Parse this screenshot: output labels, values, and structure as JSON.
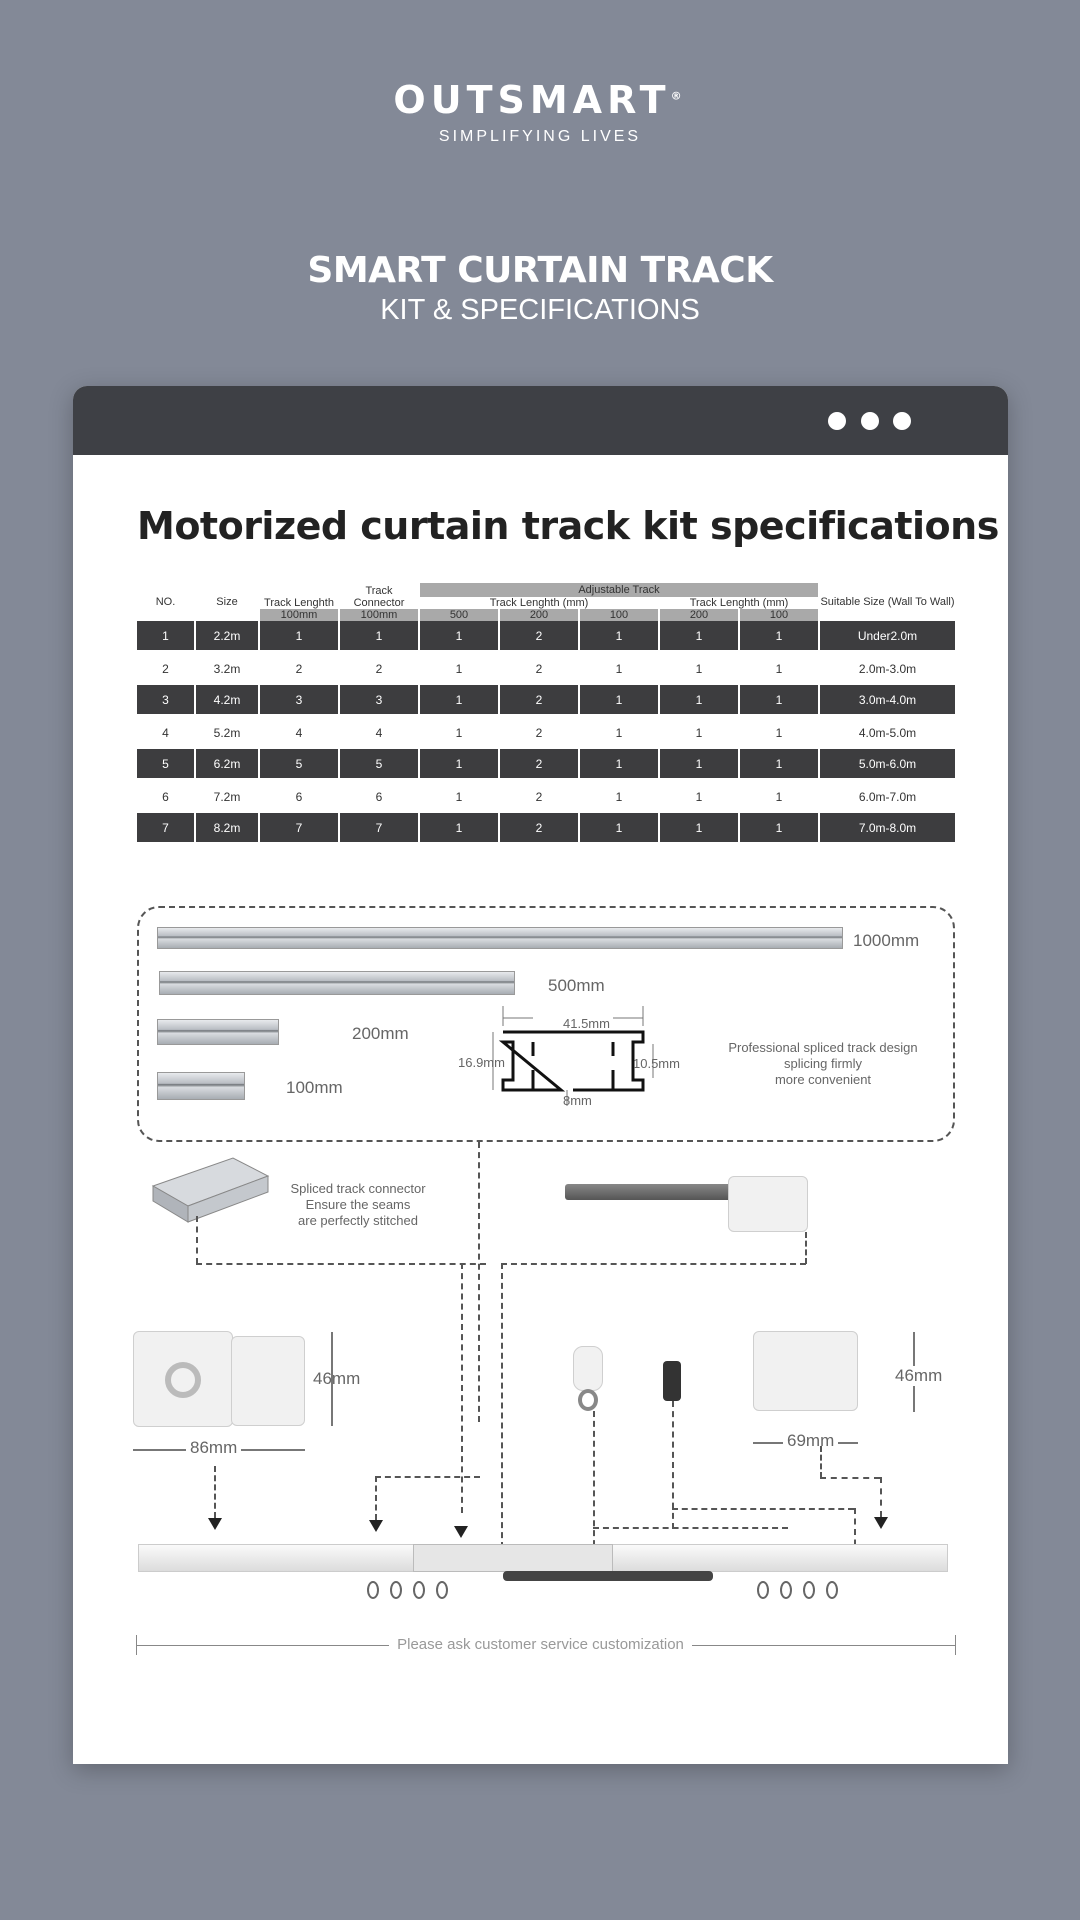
{
  "brand": {
    "logo": "OUTSMART",
    "registered": "®",
    "tagline": "SIMPLIFYING LIVES"
  },
  "hero": {
    "title": "SMART CURTAIN TRACK",
    "subtitle": "KIT & SPECIFICATIONS"
  },
  "card": {
    "heading": "Motorized curtain track kit specifications"
  },
  "table": {
    "headers": {
      "no": "NO.",
      "size": "Size",
      "track_length": "Track Lenghth",
      "track_connector": "Track Connector",
      "adjustable": "Adjustable Track",
      "adj_len1": "Track Lenghth (mm)",
      "adj_len2": "Track Lenghth (mm)",
      "suitable": "Suitable Size (Wall To Wall)"
    },
    "subheaders": [
      "100mm",
      "100mm",
      "500",
      "200",
      "100",
      "200",
      "100"
    ],
    "rows": [
      [
        "1",
        "2.2m",
        "1",
        "1",
        "1",
        "2",
        "1",
        "1",
        "1",
        "Under2.0m"
      ],
      [
        "2",
        "3.2m",
        "2",
        "2",
        "1",
        "2",
        "1",
        "1",
        "1",
        "2.0m-3.0m"
      ],
      [
        "3",
        "4.2m",
        "3",
        "3",
        "1",
        "2",
        "1",
        "1",
        "1",
        "3.0m-4.0m"
      ],
      [
        "4",
        "5.2m",
        "4",
        "4",
        "1",
        "2",
        "1",
        "1",
        "1",
        "4.0m-5.0m"
      ],
      [
        "5",
        "6.2m",
        "5",
        "5",
        "1",
        "2",
        "1",
        "1",
        "1",
        "5.0m-6.0m"
      ],
      [
        "6",
        "7.2m",
        "6",
        "6",
        "1",
        "2",
        "1",
        "1",
        "1",
        "6.0m-7.0m"
      ],
      [
        "7",
        "8.2m",
        "7",
        "7",
        "1",
        "2",
        "1",
        "1",
        "1",
        "7.0m-8.0m"
      ]
    ]
  },
  "diagram": {
    "tracks": [
      "1000mm",
      "500mm",
      "200mm",
      "100mm"
    ],
    "profile": {
      "width": "41.5mm",
      "height": "16.9mm",
      "inner": "10.5mm",
      "gap": "8mm"
    },
    "profile_note": [
      "Professional spliced track design",
      "splicing firmly",
      "more convenient"
    ],
    "connector_note": [
      "Spliced track connector",
      "Ensure the seams",
      "are perfectly stitched"
    ],
    "motor_end": {
      "height": "46mm",
      "width": "86mm"
    },
    "end_cap": {
      "height": "46mm",
      "width": "69mm"
    },
    "footer": "Please ask customer service customization"
  }
}
